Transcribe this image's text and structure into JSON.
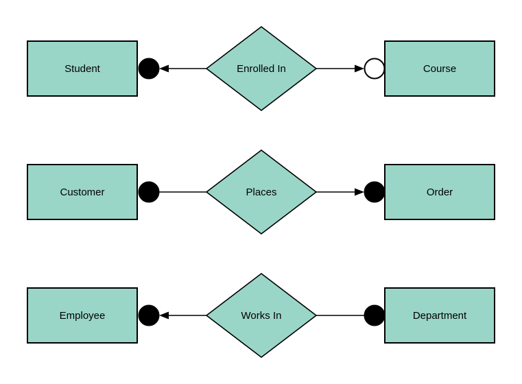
{
  "canvas": {
    "background": "#ffffff",
    "entity_fill": "#9ad6c8",
    "stroke_color": "#000000",
    "text_color": "#000000"
  },
  "rows": [
    {
      "left_entity": "Student",
      "relationship": "Enrolled In",
      "right_entity": "Course",
      "left_terminator": "filled-circle",
      "right_terminator": "open-circle",
      "left_arrowhead": "points-toward-left-entity",
      "right_arrowhead": "points-toward-right-entity"
    },
    {
      "left_entity": "Customer",
      "relationship": "Places",
      "right_entity": "Order",
      "left_terminator": "filled-circle",
      "right_terminator": "filled-circle",
      "left_arrowhead": "none",
      "right_arrowhead": "points-toward-right-entity"
    },
    {
      "left_entity": "Employee",
      "relationship": "Works In",
      "right_entity": "Department",
      "left_terminator": "filled-circle",
      "right_terminator": "filled-circle",
      "left_arrowhead": "points-toward-left-entity",
      "right_arrowhead": "none"
    }
  ]
}
